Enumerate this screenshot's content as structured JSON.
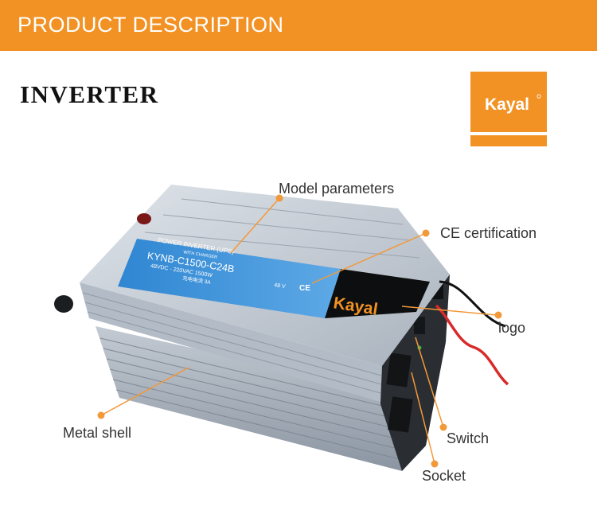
{
  "banner": {
    "title": "PRODUCT DESCRIPTION"
  },
  "product_title": "INVERTER",
  "brand": {
    "logo_text": "Kayal"
  },
  "device_label": {
    "line1": "POWER INVERTER  (UPS)",
    "line2": "WITH CHARGER",
    "model": "KYNB-C1500-C24B",
    "spec": "48VDC - 220VAC  1500W",
    "charge": "充电电流  3A",
    "voltage": "48 V",
    "ce": "CE"
  },
  "callouts": [
    {
      "id": "model-parameters",
      "label": "Model parameters"
    },
    {
      "id": "ce-certification",
      "label": "CE certification"
    },
    {
      "id": "logo",
      "label": "logo"
    },
    {
      "id": "metal-shell",
      "label": "Metal shell"
    },
    {
      "id": "switch",
      "label": "Switch"
    },
    {
      "id": "socket",
      "label": "Socket"
    }
  ],
  "colors": {
    "accent": "#f29224",
    "dot": "#f2993a",
    "label_blue": "#3d8fd6"
  }
}
